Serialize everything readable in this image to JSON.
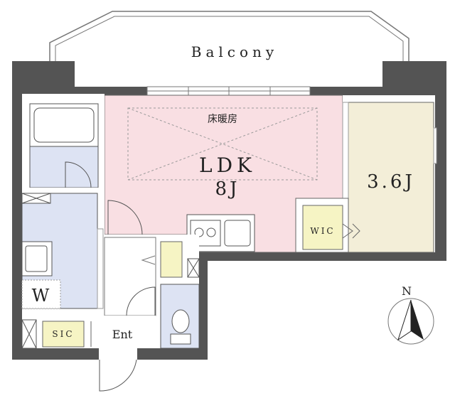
{
  "labels": {
    "balcony": "Balcony",
    "floor_heating": "床暖房",
    "ldk": "LDK",
    "ldk_size": "8J",
    "room_size": "3.6J",
    "wic": "WIC",
    "washroom": "W",
    "sic": "SIC",
    "entrance": "Ent",
    "compass_north": "N"
  },
  "colors": {
    "wall": "#545454",
    "ldk_floor": "#f9dfe3",
    "room_floor": "#f3eed8",
    "wet_floor": "#dde3f3",
    "storage_floor": "#f6f4c4",
    "line": "#555555"
  }
}
